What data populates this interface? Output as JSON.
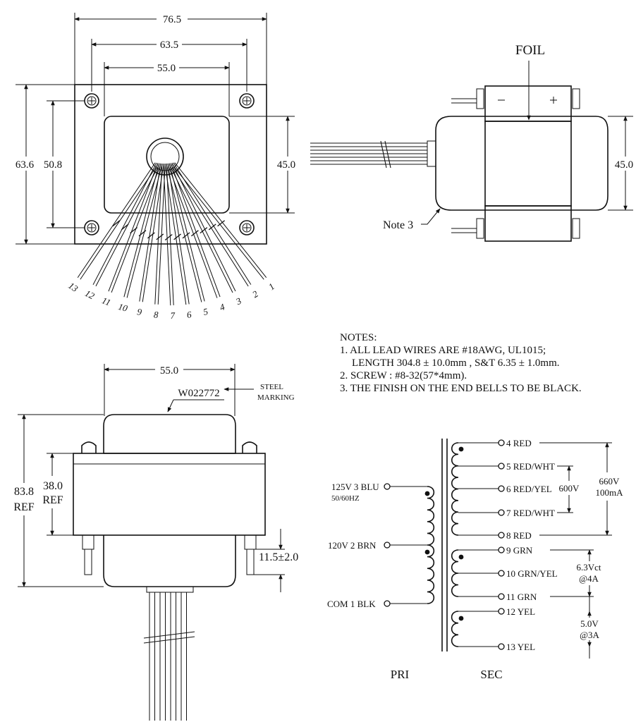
{
  "top_view": {
    "dim_width": "76.5",
    "dim_hole_spacing": "63.5",
    "dim_inner": "55.0",
    "dim_height": "63.6",
    "dim_hole_height": "50.8",
    "dim_opening": "45.0",
    "wire_numbers": [
      "13",
      "12",
      "11",
      "10",
      "9",
      "8",
      "7",
      "6",
      "5",
      "4",
      "3",
      "2",
      "1"
    ]
  },
  "side_view": {
    "foil_label": "FOIL",
    "note3_label": "Note 3",
    "dim_height": "45.0"
  },
  "front_view": {
    "dim_width": "55.0",
    "marking_code": "W022772",
    "steel_marking_line1": "STEEL",
    "steel_marking_line2": "MARKING",
    "dim_total_height": "83.8",
    "dim_total_ref": "REF",
    "dim_frame_height": "38.0",
    "dim_frame_ref": "REF",
    "dim_stud": "11.5±2.0"
  },
  "notes": {
    "title": "NOTES:",
    "line1": "1. ALL LEAD WIRES ARE #18AWG, UL1015;",
    "line2": "LENGTH 304.8 ± 10.0mm , S&T 6.35 ± 1.0mm.",
    "line3": "2. SCREW : #8-32(57*4mm).",
    "line4": "3. THE FINISH ON THE END BELLS TO BE BLACK."
  },
  "schematic": {
    "primary": {
      "tap_125": "125V  3 BLU",
      "freq": "50/60HZ",
      "tap_120": "120V  2 BRN",
      "tap_com": "COM  1 BLK"
    },
    "secondary": {
      "tap4": "4 RED",
      "tap5": "5 RED/WHT",
      "tap6": "6 RED/YEL",
      "tap7": "7 RED/WHT",
      "tap8": "8 RED",
      "tap9": "9 GRN",
      "tap10": "10 GRN/YEL",
      "tap11": "11 GRN",
      "tap12": "12 YEL",
      "tap13": "13 YEL"
    },
    "ratings": {
      "v600": "600V",
      "v660": "660V",
      "ma100": "100mA",
      "v63": "6.3Vct",
      "a4": "@4A",
      "v50": "5.0V",
      "a3": "@3A"
    },
    "pri_label": "PRI",
    "sec_label": "SEC"
  }
}
